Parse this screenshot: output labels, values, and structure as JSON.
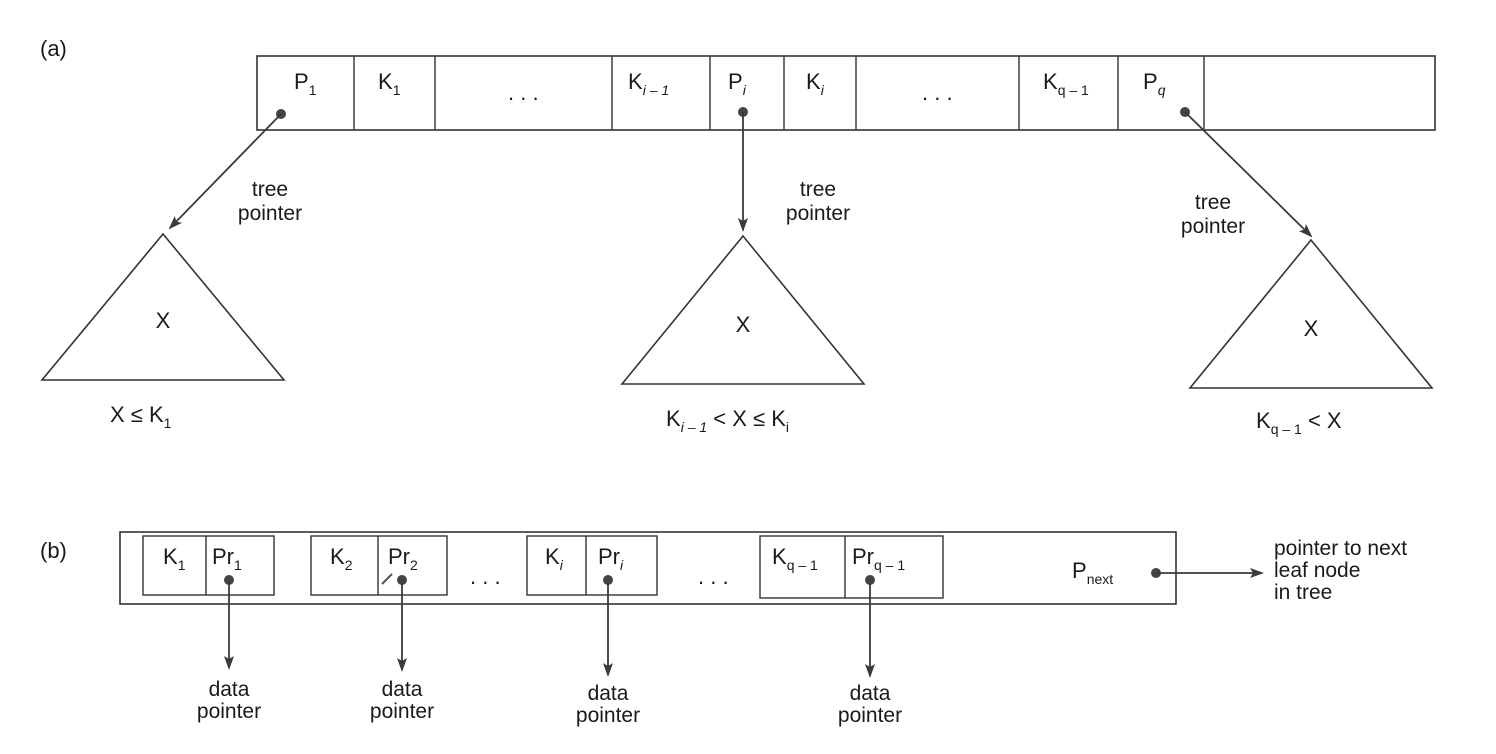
{
  "part_a": {
    "label": "(a)",
    "cells": [
      {
        "main": "P",
        "sub": "1"
      },
      {
        "main": "K",
        "sub": "1"
      },
      {
        "main": ". . ."
      },
      {
        "main": "K",
        "sub": "i – 1",
        "sub_italic_i": true
      },
      {
        "main": "P",
        "sub": "i",
        "sub_italic": true
      },
      {
        "main": "K",
        "sub": "i",
        "sub_italic": true
      },
      {
        "main": ". . ."
      },
      {
        "main": "K",
        "sub": "q – 1"
      },
      {
        "main": "P",
        "sub": "q",
        "sub_italic": true
      },
      {
        "main": ""
      }
    ],
    "tree_pointer_line1": "tree",
    "tree_pointer_line2": "pointer",
    "subtree_label": "X",
    "conditions": [
      {
        "pre": "X ≤ K",
        "pre_sub": "1"
      },
      {
        "pre": "K",
        "pre_sub": "i – 1",
        "mid": " < X ≤ K",
        "mid_sub": "i"
      },
      {
        "pre": "K",
        "pre_sub": "q – 1",
        "mid": " < X"
      }
    ]
  },
  "part_b": {
    "label": "(b)",
    "groups": [
      {
        "key": "K",
        "key_sub": "1",
        "ptr": "Pr",
        "ptr_sub": "1"
      },
      {
        "key": "K",
        "key_sub": "2",
        "ptr": "Pr",
        "ptr_sub": "2"
      },
      {
        "key": "K",
        "key_sub": "i",
        "ptr": "Pr",
        "ptr_sub": "i"
      },
      {
        "key": "K",
        "key_sub": "q – 1",
        "ptr": "Pr",
        "ptr_sub": "q – 1"
      }
    ],
    "ellipsis": ". . .",
    "data_pointer_line1": "data",
    "data_pointer_line2": "pointer",
    "next_main": "P",
    "next_sub": "next",
    "next_desc": [
      "pointer to next",
      "leaf node",
      "in tree"
    ]
  }
}
